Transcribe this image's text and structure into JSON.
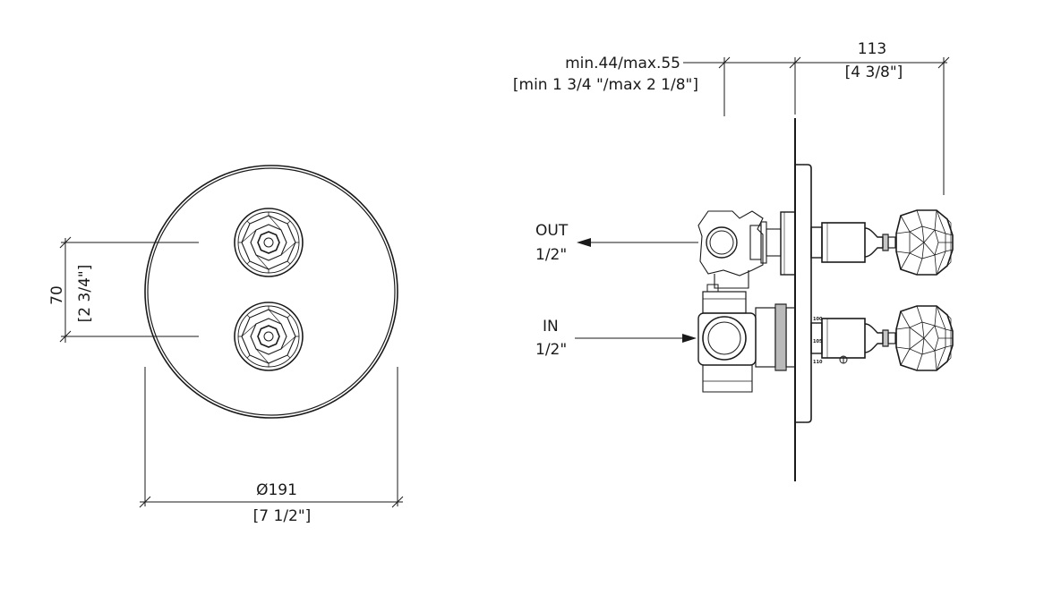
{
  "front_view": {
    "height_dim": "70",
    "height_dim_in": "[2 3/4\"]",
    "diameter_dim": "Ø191",
    "diameter_dim_in": "[7 1/2\"]"
  },
  "side_view": {
    "wall_dim": "min.44/max.55",
    "wall_dim_in": "[min 1 3/4 \"/max 2 1/8\"]",
    "depth_dim": "113",
    "depth_dim_in": "[4 3/8\"]",
    "out_label": "OUT",
    "out_size": "1/2\"",
    "in_label": "IN",
    "in_size": "1/2\"",
    "scale_marks": [
      "100",
      "105",
      "110"
    ]
  },
  "colors": {
    "line": "#1a1a1a",
    "background": "#ffffff"
  },
  "icons": [
    "crystal-handle-icon",
    "arrow-left-icon",
    "arrow-right-icon"
  ]
}
